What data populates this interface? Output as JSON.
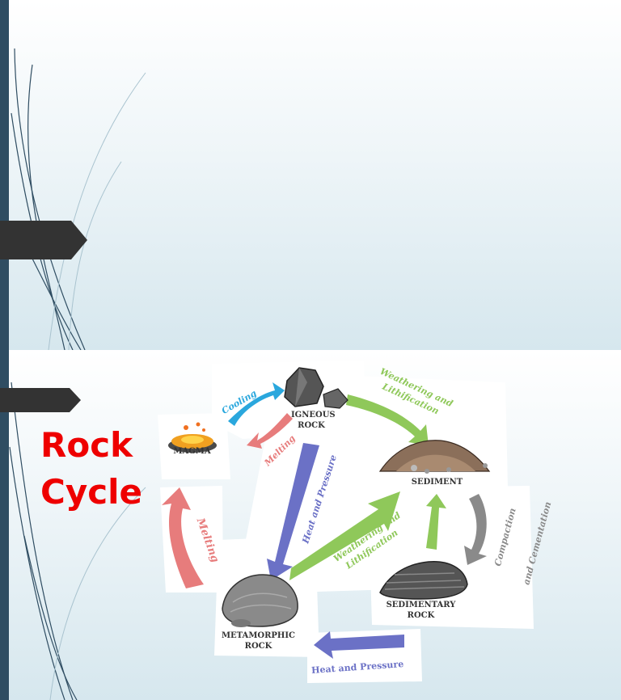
{
  "title": {
    "line1": "Rock",
    "line2": "Cycle"
  },
  "diagram": {
    "nodes": {
      "igneous": "IGNEOUS\nROCK",
      "magma": "MAGMA",
      "sediment": "SEDIMENT",
      "sedimentary": "SEDIMENTARY\nROCK",
      "metamorphic": "METAMORPHIC\nROCK"
    },
    "arrows": {
      "cooling": "Cooling",
      "melting_small": "Melting",
      "melting_large": "Melting",
      "weathering_top_line1": "Weathering and",
      "weathering_top_line2": "Lithification",
      "heat_pressure_center": "Heat and Pressure",
      "weathering_mid_line1": "Weathering and",
      "weathering_mid_line2": "Lithification",
      "compaction_line1": "Compaction",
      "compaction_line2": "and Cementation",
      "heat_pressure_bottom": "Heat and Pressure"
    },
    "colors": {
      "cooling": "#2aa7dd",
      "melting": "#e77c7c",
      "weathering": "#8fc85a",
      "heat_pressure": "#6b71c6",
      "compaction": "#8a8a8a",
      "title": "#ee0000",
      "accent_bar": "#2f4d62"
    }
  }
}
